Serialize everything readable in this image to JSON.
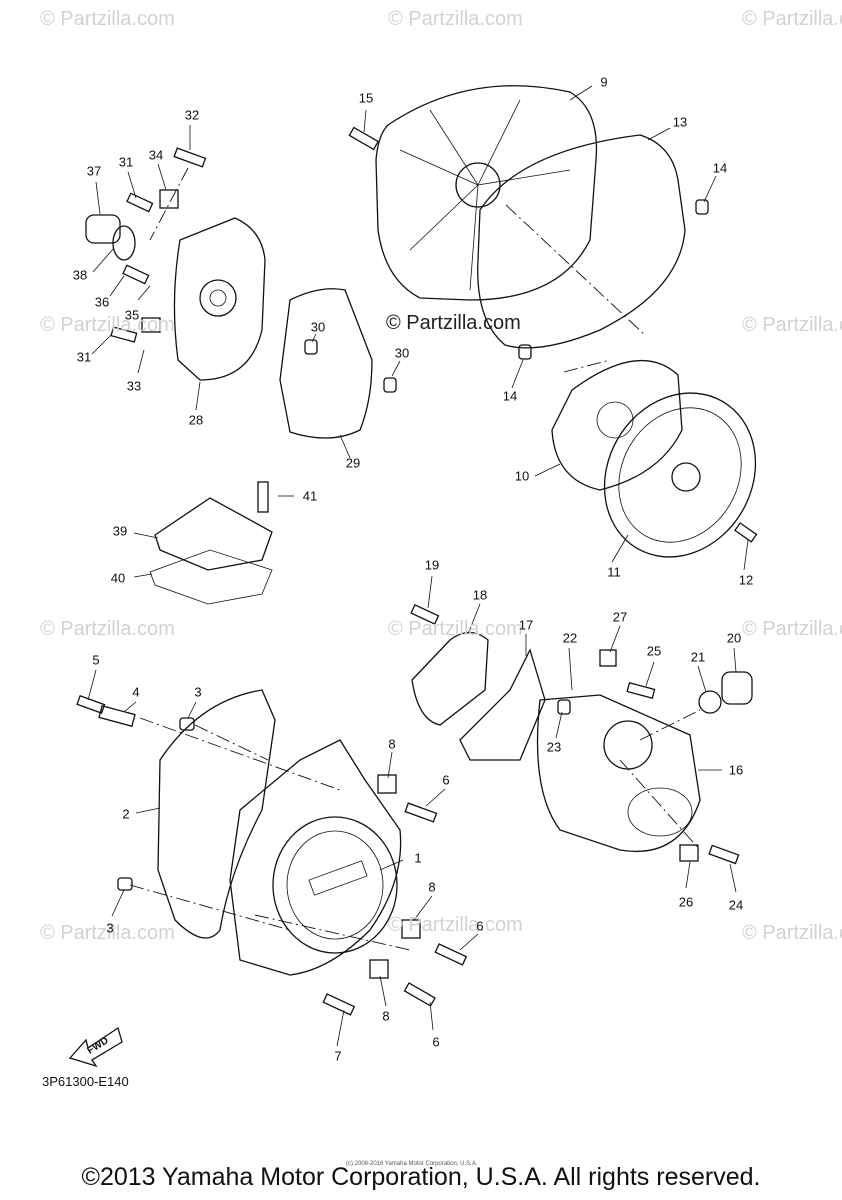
{
  "watermarks": {
    "tl": "© Partzilla.com",
    "tc": "© Partzilla.com",
    "tr": "© Partzilla.com",
    "ml": "© Partzilla.com",
    "mr": "© Partzilla.com",
    "ll": "© Partzilla.com",
    "lc": "© Partzilla.com",
    "lr": "© Partzilla.com",
    "bl": "© Partzilla.com",
    "bc": "© Partzilla.com",
    "br": "© Partzilla.com"
  },
  "center_mark": "© Partzilla.com",
  "part_labels": {
    "p1": "1",
    "p2": "2",
    "p3a": "3",
    "p3b": "3",
    "p4": "4",
    "p5": "5",
    "p6a": "6",
    "p6b": "6",
    "p6c": "6",
    "p7": "7",
    "p8a": "8",
    "p8b": "8",
    "p8c": "8",
    "p9": "9",
    "p10": "10",
    "p11": "11",
    "p12": "12",
    "p13": "13",
    "p14a": "14",
    "p14b": "14",
    "p15": "15",
    "p16": "16",
    "p17": "17",
    "p18": "18",
    "p19": "19",
    "p20": "20",
    "p21": "21",
    "p22": "22",
    "p23": "23",
    "p24": "24",
    "p25": "25",
    "p26": "26",
    "p27": "27",
    "p28": "28",
    "p29": "29",
    "p30a": "30",
    "p30b": "30",
    "p31a": "31",
    "p31b": "31",
    "p32": "32",
    "p33": "33",
    "p34": "34",
    "p35": "35",
    "p36": "36",
    "p37": "37",
    "p38": "38",
    "p39": "39",
    "p40": "40",
    "p41": "41"
  },
  "fwd_label": "FWD",
  "diagram_code": "3P61300-E140",
  "small_print": "(c) 2008-2016 Yamaha Motor Corporation, U.S.A.",
  "copyright": "©2013 Yamaha Motor Corporation, U.S.A. All rights reserved."
}
